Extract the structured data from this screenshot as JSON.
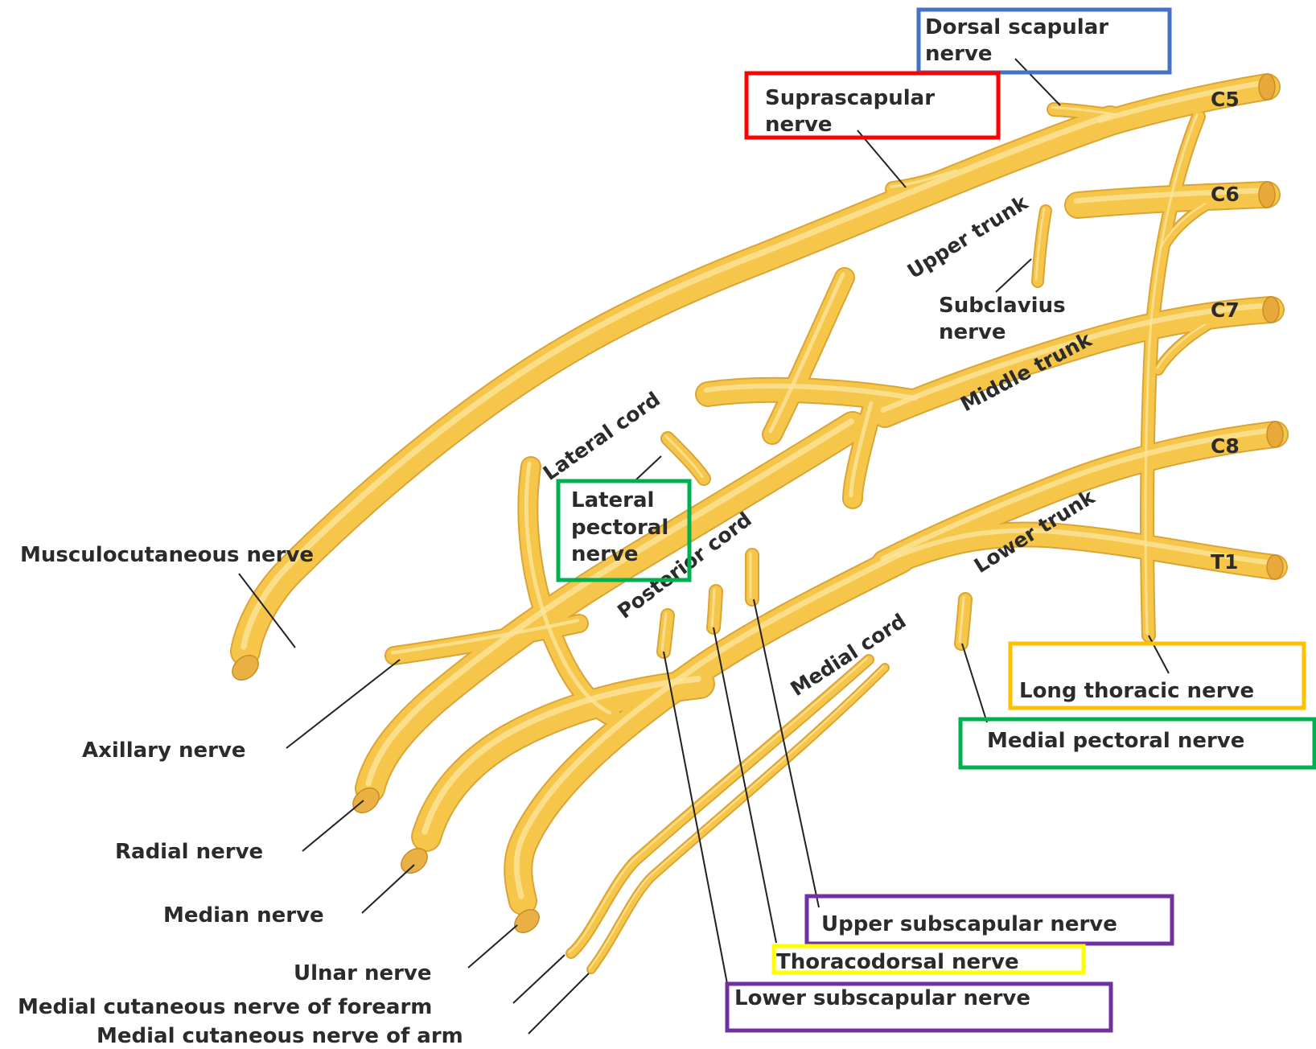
{
  "roots": [
    {
      "key": "c5",
      "label": "C5"
    },
    {
      "key": "c6",
      "label": "C6"
    },
    {
      "key": "c7",
      "label": "C7"
    },
    {
      "key": "c8",
      "label": "C8"
    },
    {
      "key": "t1",
      "label": "T1"
    }
  ],
  "trunks": {
    "upper": "Upper trunk",
    "middle": "Middle trunk",
    "lower": "Lower trunk"
  },
  "cords": {
    "lateral": "Lateral cord",
    "posterior": "Posterior cord",
    "medial": "Medial cord"
  },
  "nerves": {
    "dorsal_scapular": [
      "Dorsal scapular",
      "nerve"
    ],
    "suprascapular": [
      "Suprascapular",
      "nerve"
    ],
    "subclavius": [
      "Subclavius",
      "nerve"
    ],
    "lateral_pectoral": [
      "Lateral",
      "pectoral",
      "nerve"
    ],
    "musculocutaneous": "Musculocutaneous nerve",
    "axillary": "Axillary nerve",
    "radial": "Radial nerve",
    "median": "Median nerve",
    "ulnar": "Ulnar nerve",
    "med_cut_forearm": "Medial cutaneous nerve of forearm",
    "med_cut_arm": "Medial cutaneous nerve of arm",
    "long_thoracic": "Long thoracic nerve",
    "medial_pectoral": "Medial pectoral nerve",
    "upper_subscapular": "Upper subscapular nerve",
    "thoracodorsal": "Thoracodorsal nerve",
    "lower_subscapular": "Lower subscapular nerve"
  },
  "highlight_colors": {
    "dorsal_scapular": "#4472c4",
    "suprascapular": "#ff0000",
    "lateral_pectoral": "#00b050",
    "long_thoracic": "#ffc000",
    "medial_pectoral": "#00b050",
    "upper_subscapular": "#7030a0",
    "thoracodorsal": "#ffff00",
    "lower_subscapular": "#7030a0"
  },
  "nerve_color": "#f6c64a"
}
